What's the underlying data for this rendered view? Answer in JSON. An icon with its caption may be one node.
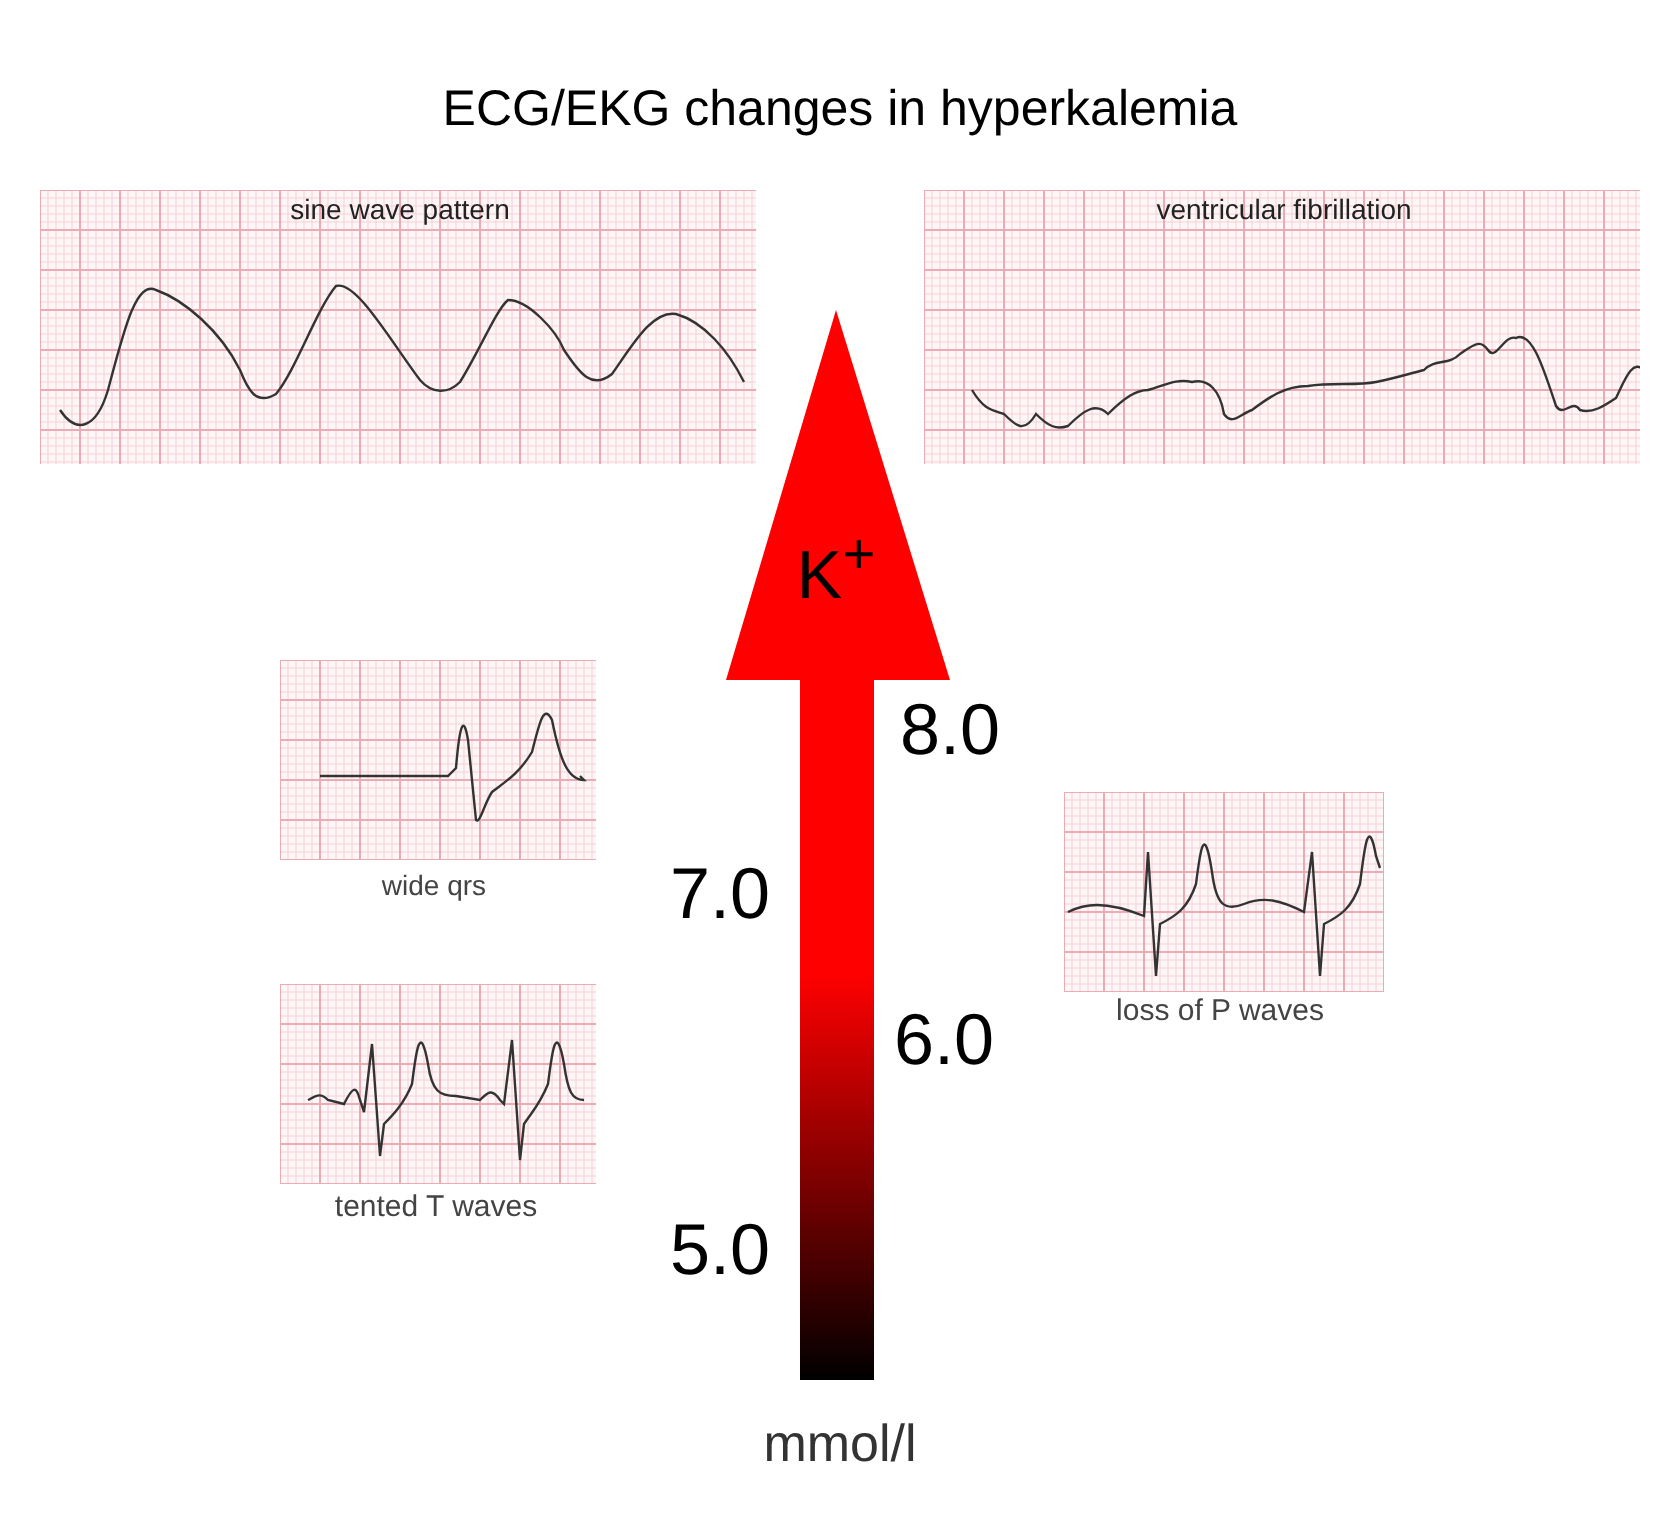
{
  "diagram": {
    "title": "ECG/EKG changes in hyperkalemia",
    "labels": [
      "sine wave pattern",
      "ventricular fibrillation",
      "K$^{+}$",
      "8.0",
      "wide qrs",
      "7.0",
      "loss of P waves",
      "6.0",
      "tented T waves",
      "5.0",
      "mmol/l"
    ]
  }
}
